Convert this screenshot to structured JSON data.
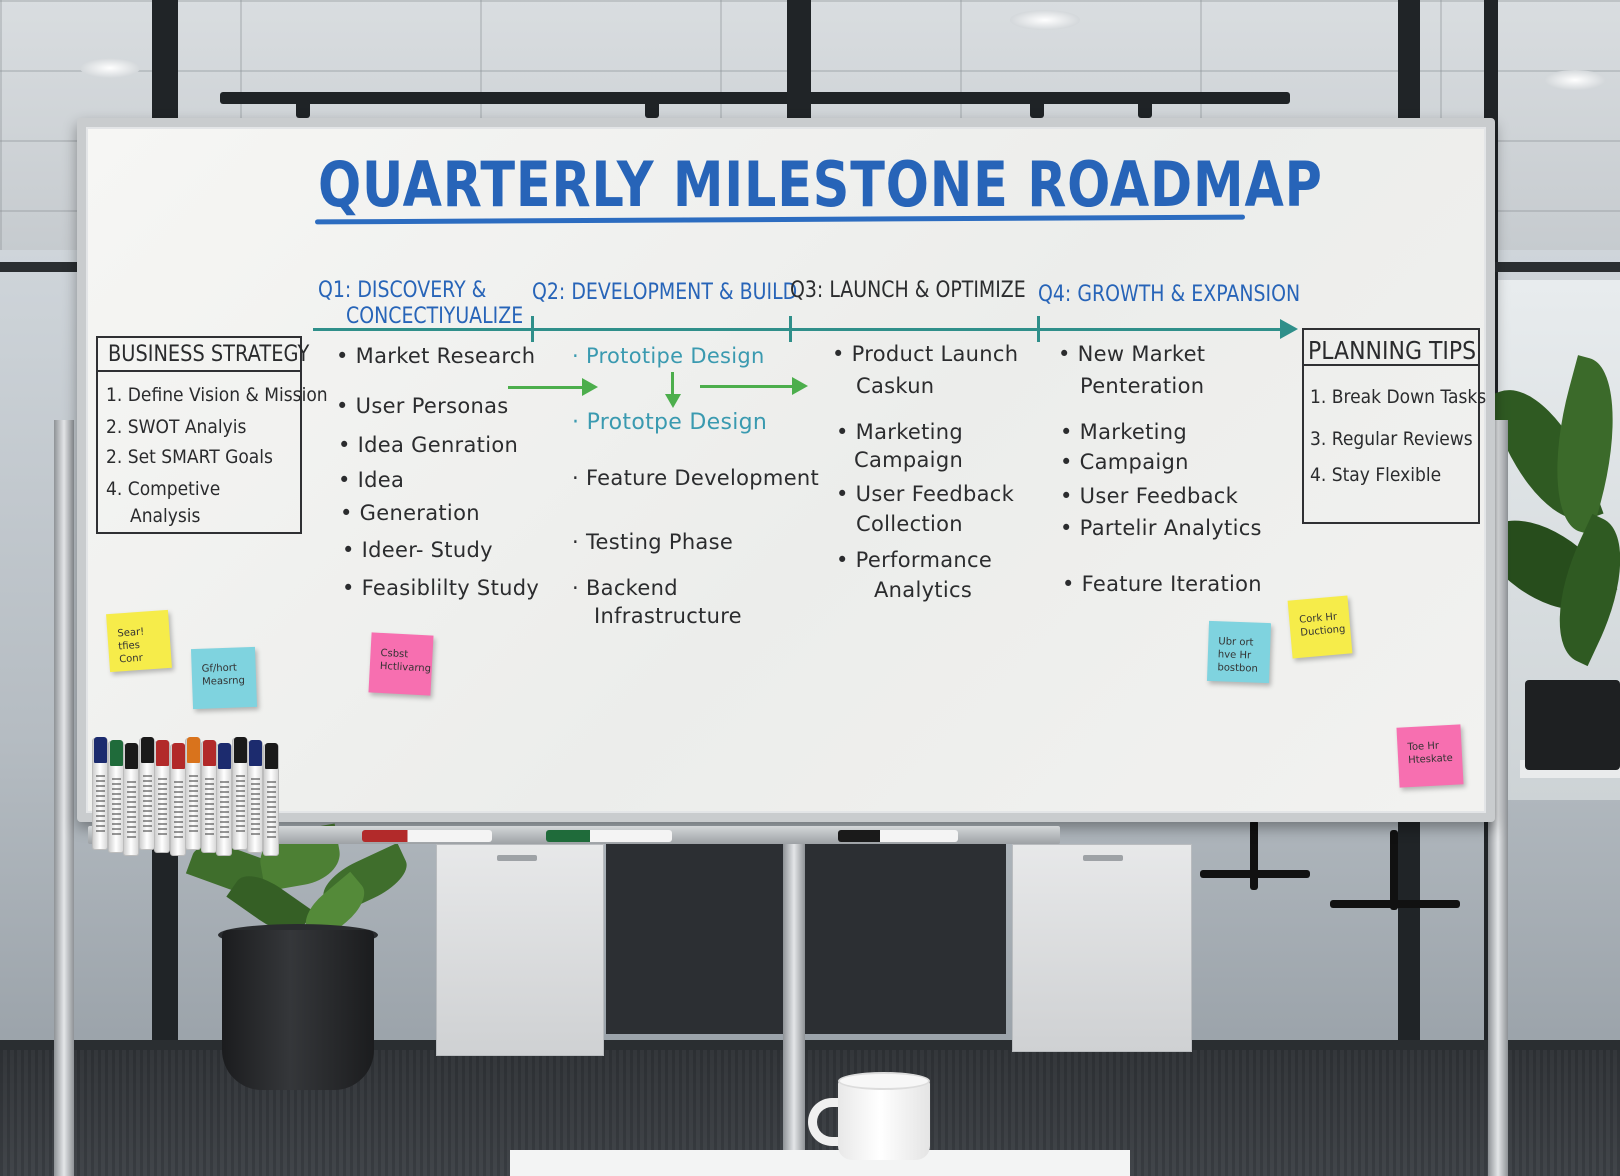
{
  "board": {
    "title": "QUARTERLY MILESTONE ROADMAP",
    "colors": {
      "title": "#2764b8",
      "timeline": "#2f8f8a",
      "arrows": "#4cae4c",
      "ink": "#2b2c2e",
      "teal_ink": "#3a9ab0"
    }
  },
  "quarters": [
    {
      "label_line1": "Q1:  DISCOVERY &",
      "label_line2": "CONCECTIYUALIZE"
    },
    {
      "label_line1": "Q2: DEVELOPMENT & BUILD"
    },
    {
      "label_line1": "Q3: LAUNCH & OPTIMIZE"
    },
    {
      "label_line1": "Q4: GROWTH & EXPANSION"
    }
  ],
  "business_strategy": {
    "title": "BUSINESS STRATEGY",
    "items": [
      "1. Define Vision & Mission",
      "2. SWOT Analyis",
      "2. Set SMART Goals",
      "4. Competive",
      "Analysis"
    ]
  },
  "planning_tips": {
    "title": "PLANNING TIPS",
    "items": [
      "1. Break Down Tasks",
      "3. Regular Reviews",
      "4. Stay Flexible"
    ]
  },
  "q1_items": [
    "Market Research",
    "User Personas",
    "Idea Genration",
    "Idea",
    "Generation",
    "Ideer- Study",
    "Feasiblilty Study"
  ],
  "q2_items": [
    "Prototipe Design",
    "Prototpe Design",
    "Feature Development",
    "Testing Phase",
    "Backend",
    "Infrastructure"
  ],
  "q3_items": [
    "Product Launch",
    "Caskun",
    "Marketing",
    "Campaign",
    "User Feedback",
    "Collection",
    "Performance",
    "Analytics"
  ],
  "q4_items": [
    "New Market",
    "Penteration",
    "Marketing",
    "Campaign",
    "User Feedback",
    "Partelir Analytics",
    "Feature Iteration"
  ],
  "sticky_notes": [
    {
      "text": "Sear! tfies Conr",
      "color": "#f6ec4a"
    },
    {
      "text": "Gf/hort Measrng",
      "color": "#7fd3df"
    },
    {
      "text": "Csbst Hctlivarng",
      "color": "#f76fb0"
    },
    {
      "text": "Ubr ort hve Hr bostbon",
      "color": "#7fd3df"
    },
    {
      "text": "Cork Hr Ductiong",
      "color": "#f6ec4a"
    },
    {
      "text": "Toe Hr Hteskate",
      "color": "#f76fb0"
    }
  ],
  "marker_caps": [
    "#1c2b6e",
    "#1f6b3a",
    "#1a1a1a",
    "#1a1a1a",
    "#b22a2a",
    "#b22a2a",
    "#d9731c",
    "#b22a2a",
    "#1c2b6e",
    "#1a1a1a",
    "#1c2b6e",
    "#1a1a1a"
  ]
}
